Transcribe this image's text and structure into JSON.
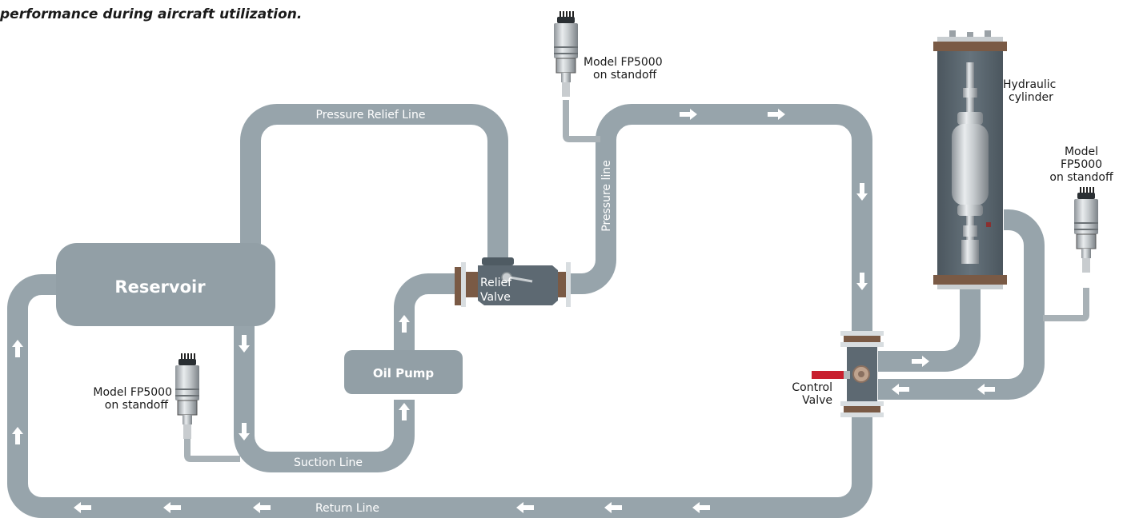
{
  "caption": "performance during aircraft utilization.",
  "components": {
    "reservoir": "Reservoir",
    "oil_pump": "Oil Pump",
    "relief_valve": [
      "Relief",
      "Valve"
    ],
    "control_valve": [
      "Control",
      "Valve"
    ],
    "hydraulic_cylinder": [
      "Hydraulic",
      "cylinder"
    ]
  },
  "lines": {
    "pressure_relief": "Pressure Relief Line",
    "pressure": "Pressure line",
    "suction": "Suction Line",
    "return": "Return Line"
  },
  "sensors": {
    "top": [
      "Model FP5000",
      "on standoff"
    ],
    "left": [
      "Model FP5000",
      "on standoff"
    ],
    "right": [
      "Model",
      "FP5000",
      "on standoff"
    ]
  },
  "colors": {
    "pipe": "#97a4ab",
    "component": "#929fa6",
    "valve_body": "#5d6972",
    "flange": "#7a5a45",
    "handle": "#c8202f"
  }
}
